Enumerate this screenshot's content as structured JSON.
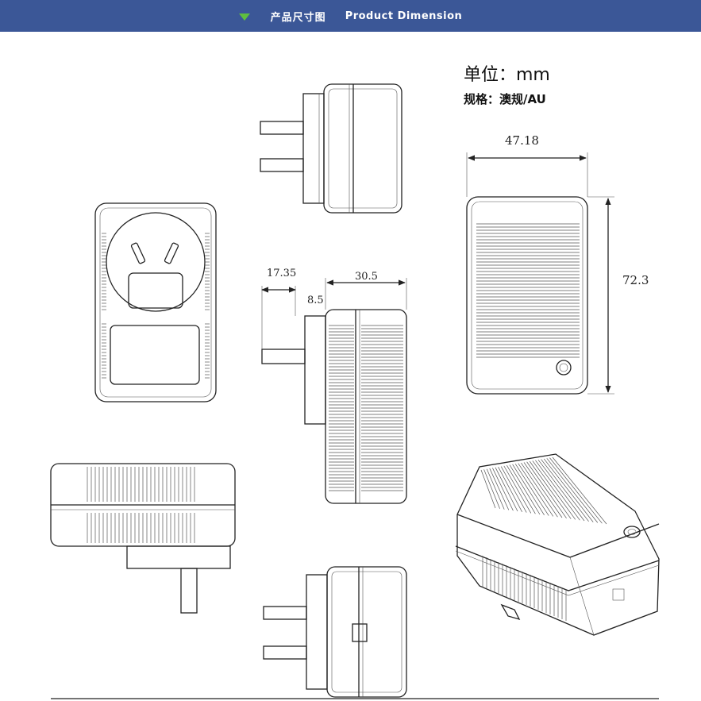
{
  "header": {
    "title_cn": "产品尺寸图",
    "title_en": "Product Dimension",
    "background": "#3b5797",
    "arrow_color": "#5fbf3f",
    "arrow_icon": "triangle-down-icon"
  },
  "labels": {
    "unit": "单位：mm",
    "spec": "规格：澳规/AU"
  },
  "dimensions": {
    "width": "47.18",
    "height": "72.3",
    "pin_length": "17.35",
    "pin_offset": "8.5",
    "depth": "30.5"
  }
}
